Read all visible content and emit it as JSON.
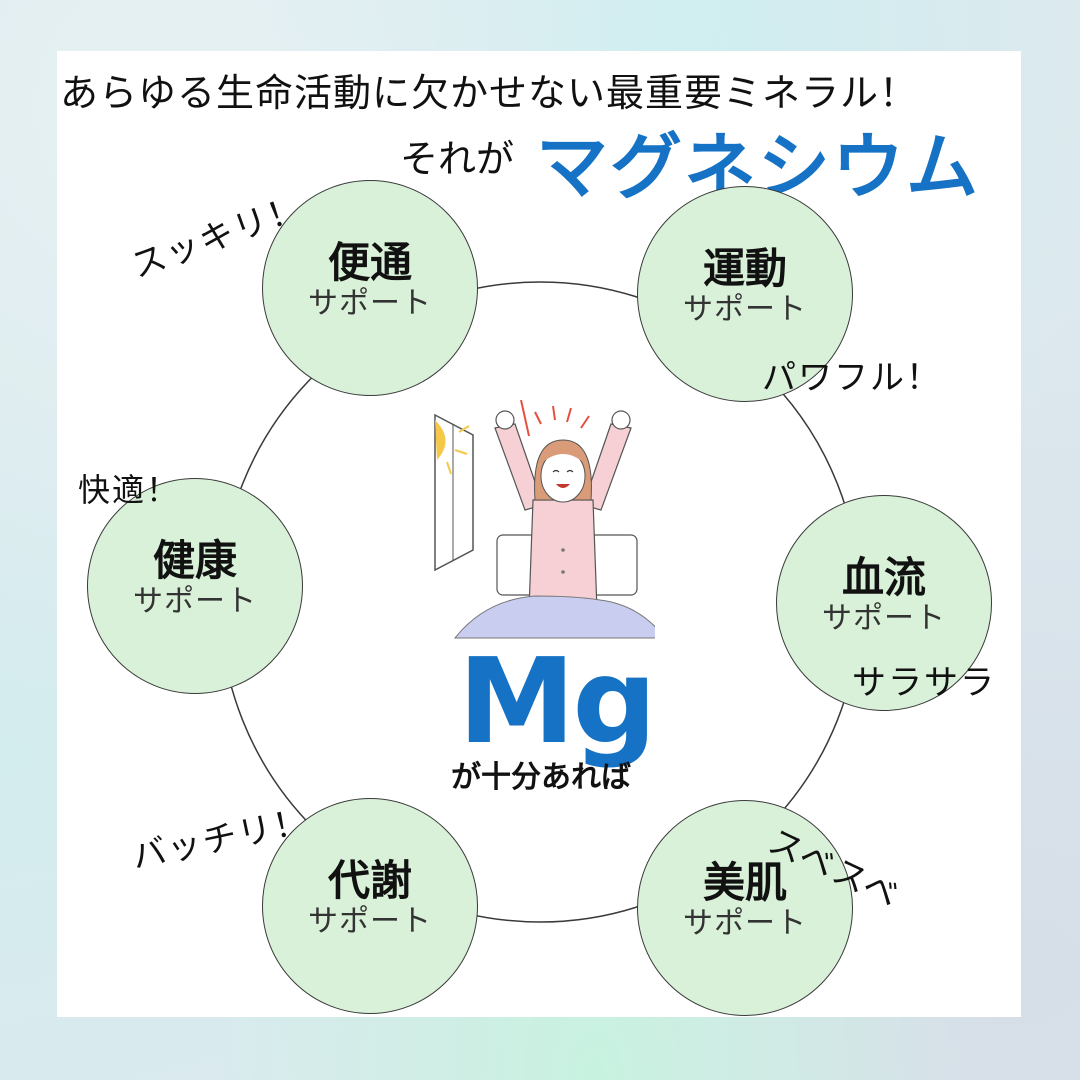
{
  "header": {
    "headline": "あらゆる生命活動に欠かせない最重要ミネラル！",
    "lead_in": "それが",
    "highlight": "マグネシウム"
  },
  "colors": {
    "accent_blue": "#1572c4",
    "node_fill": "#d8f1d8",
    "node_border": "#3a3a3a",
    "panel_bg": "#ffffff"
  },
  "center": {
    "illustration": "woman-stretching-in-bed-illustration",
    "symbol": "Mg",
    "caption": "が十分あれば"
  },
  "nodes": [
    {
      "title": "便通",
      "sub": "サポート",
      "callout": "スッキリ！"
    },
    {
      "title": "運動",
      "sub": "サポート",
      "callout": "パワフル！"
    },
    {
      "title": "血流",
      "sub": "サポート",
      "callout": "サラサラ"
    },
    {
      "title": "美肌",
      "sub": "サポート",
      "callout": "スベスベ"
    },
    {
      "title": "代謝",
      "sub": "サポート",
      "callout": "バッチリ！"
    },
    {
      "title": "健康",
      "sub": "サポート",
      "callout": "快適！"
    }
  ]
}
